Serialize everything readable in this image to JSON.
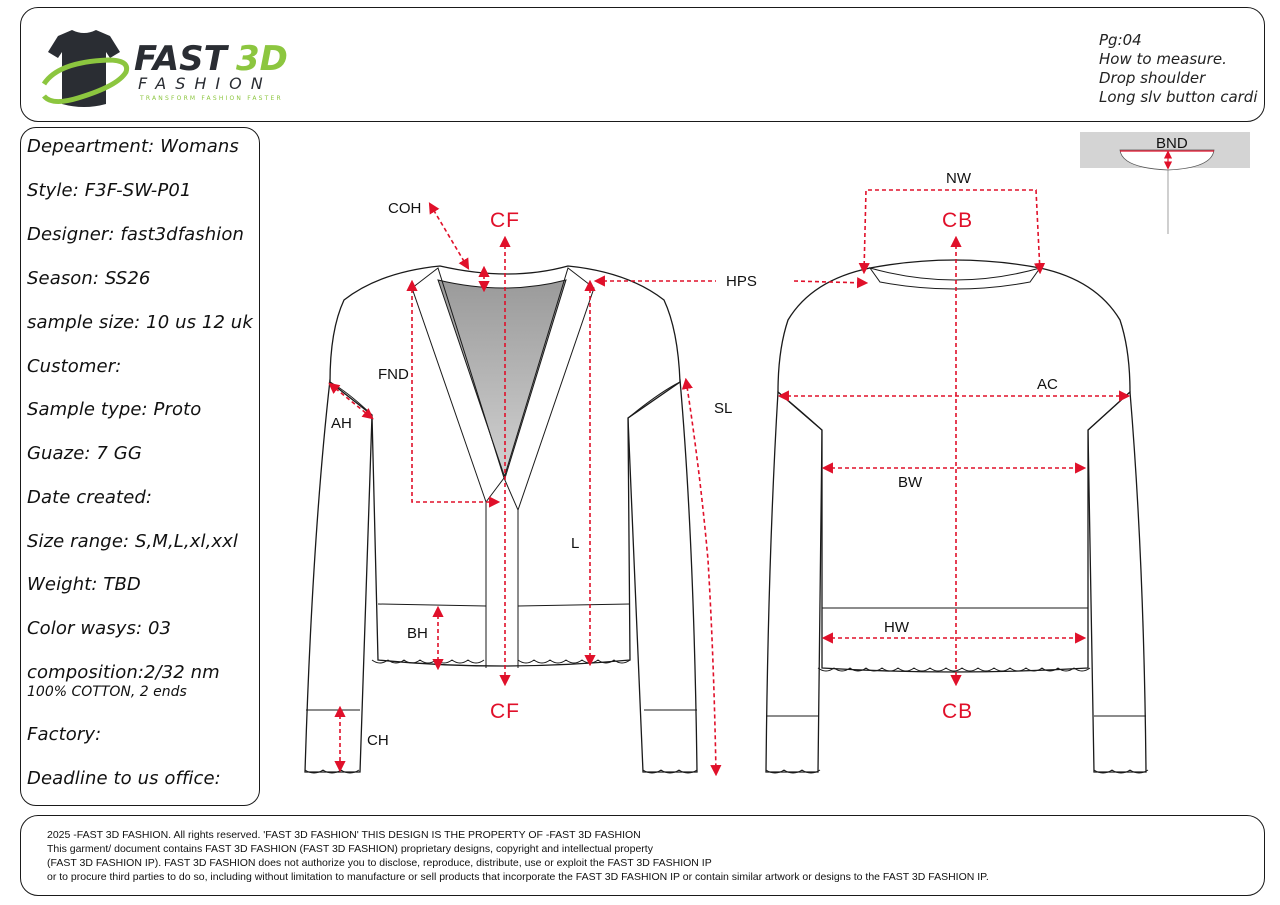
{
  "brand": {
    "name_part1": "FAST",
    "name_part2": "3D",
    "subtitle": "FASHION",
    "tagline": "TRANSFORM FASHION FASTER",
    "primary_color": "#1e1e1e",
    "accent_color": "#8cc63f"
  },
  "page_info": {
    "page": "Pg:04",
    "line1": "How to measure.",
    "line2": "Drop shoulder",
    "line3": "Long slv button cardi"
  },
  "specs": {
    "department": "Depeartment: Womans",
    "style": "Style: F3F-SW-P01",
    "designer": "Designer: fast3dfashion",
    "season": "Season: SS26",
    "sample_size": "sample size: 10 us 12 uk",
    "customer": "Customer:",
    "sample_type": "Sample type: Proto",
    "gauge": "Guaze: 7 GG",
    "date_created": "Date created:",
    "size_range": "Size range: S,M,L,xl,xxl",
    "weight": "Weight: TBD",
    "color_ways": "Color wasys: 03",
    "composition": "composition:2/32 nm",
    "composition_detail": "100% COTTON, 2 ends",
    "factory": "Factory:",
    "deadline": "Deadline to us office:"
  },
  "measurements": {
    "cf_top": "CF",
    "cf_bottom": "CF",
    "cb_top": "CB",
    "cb_bottom": "CB",
    "coh": "COH",
    "hps": "HPS",
    "fnd": "FND",
    "ah": "AH",
    "sl": "SL",
    "l": "L",
    "bh": "BH",
    "ch": "CH",
    "nw": "NW",
    "ac": "AC",
    "bw": "BW",
    "hw": "HW",
    "bnd": "BND",
    "measure_color": "#e0102a"
  },
  "footer": {
    "line1": "2025 -FAST 3D FASHION. All rights reserved. 'FAST 3D FASHION' THIS DESIGN IS THE PROPERTY OF -FAST 3D FASHION",
    "line2": "This garment/ document contains FAST 3D FASHION (FAST 3D FASHION) proprietary designs, copyright and intellectual property",
    "line3": "(FAST 3D FASHION IP). FAST 3D FASHION does not authorize you to disclose, reproduce, distribute, use or exploit the FAST 3D FASHION IP",
    "line4": "or to procure third parties to do so, including without limitation to manufacture or sell products that incorporate the FAST 3D FASHION IP or contain similar artwork or designs to the FAST 3D FASHION IP."
  }
}
